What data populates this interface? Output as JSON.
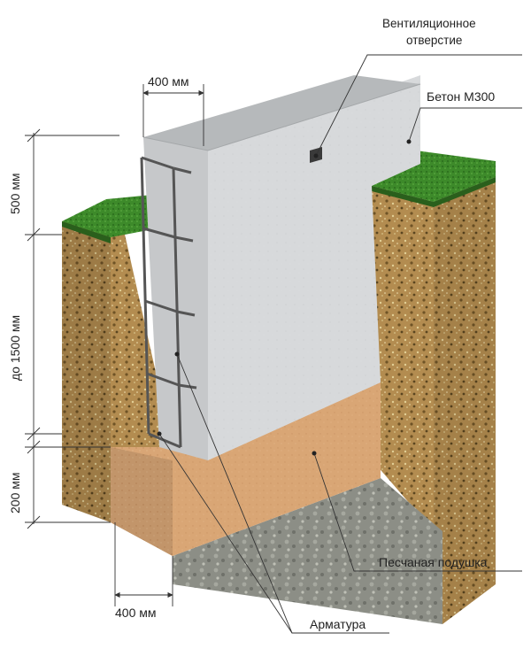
{
  "labels": {
    "vent_line1": "Вентиляционное",
    "vent_line2": "отверстие",
    "concrete": "Бетон М300",
    "sand_cushion": "Песчаная подушка",
    "rebar": "Арматура"
  },
  "dimensions": {
    "top_width": "400 мм",
    "above_ground": "500 мм",
    "below_ground": "до 1500 мм",
    "cushion_height": "200 мм",
    "bottom_width": "400 мм"
  },
  "colors": {
    "concrete_front": "#d6d8da",
    "concrete_top": "#b9bcbe",
    "sand": "#d9a878",
    "soil": "#b58f52",
    "grass": "#3f8a2c",
    "gravel": "#8b8d86"
  }
}
